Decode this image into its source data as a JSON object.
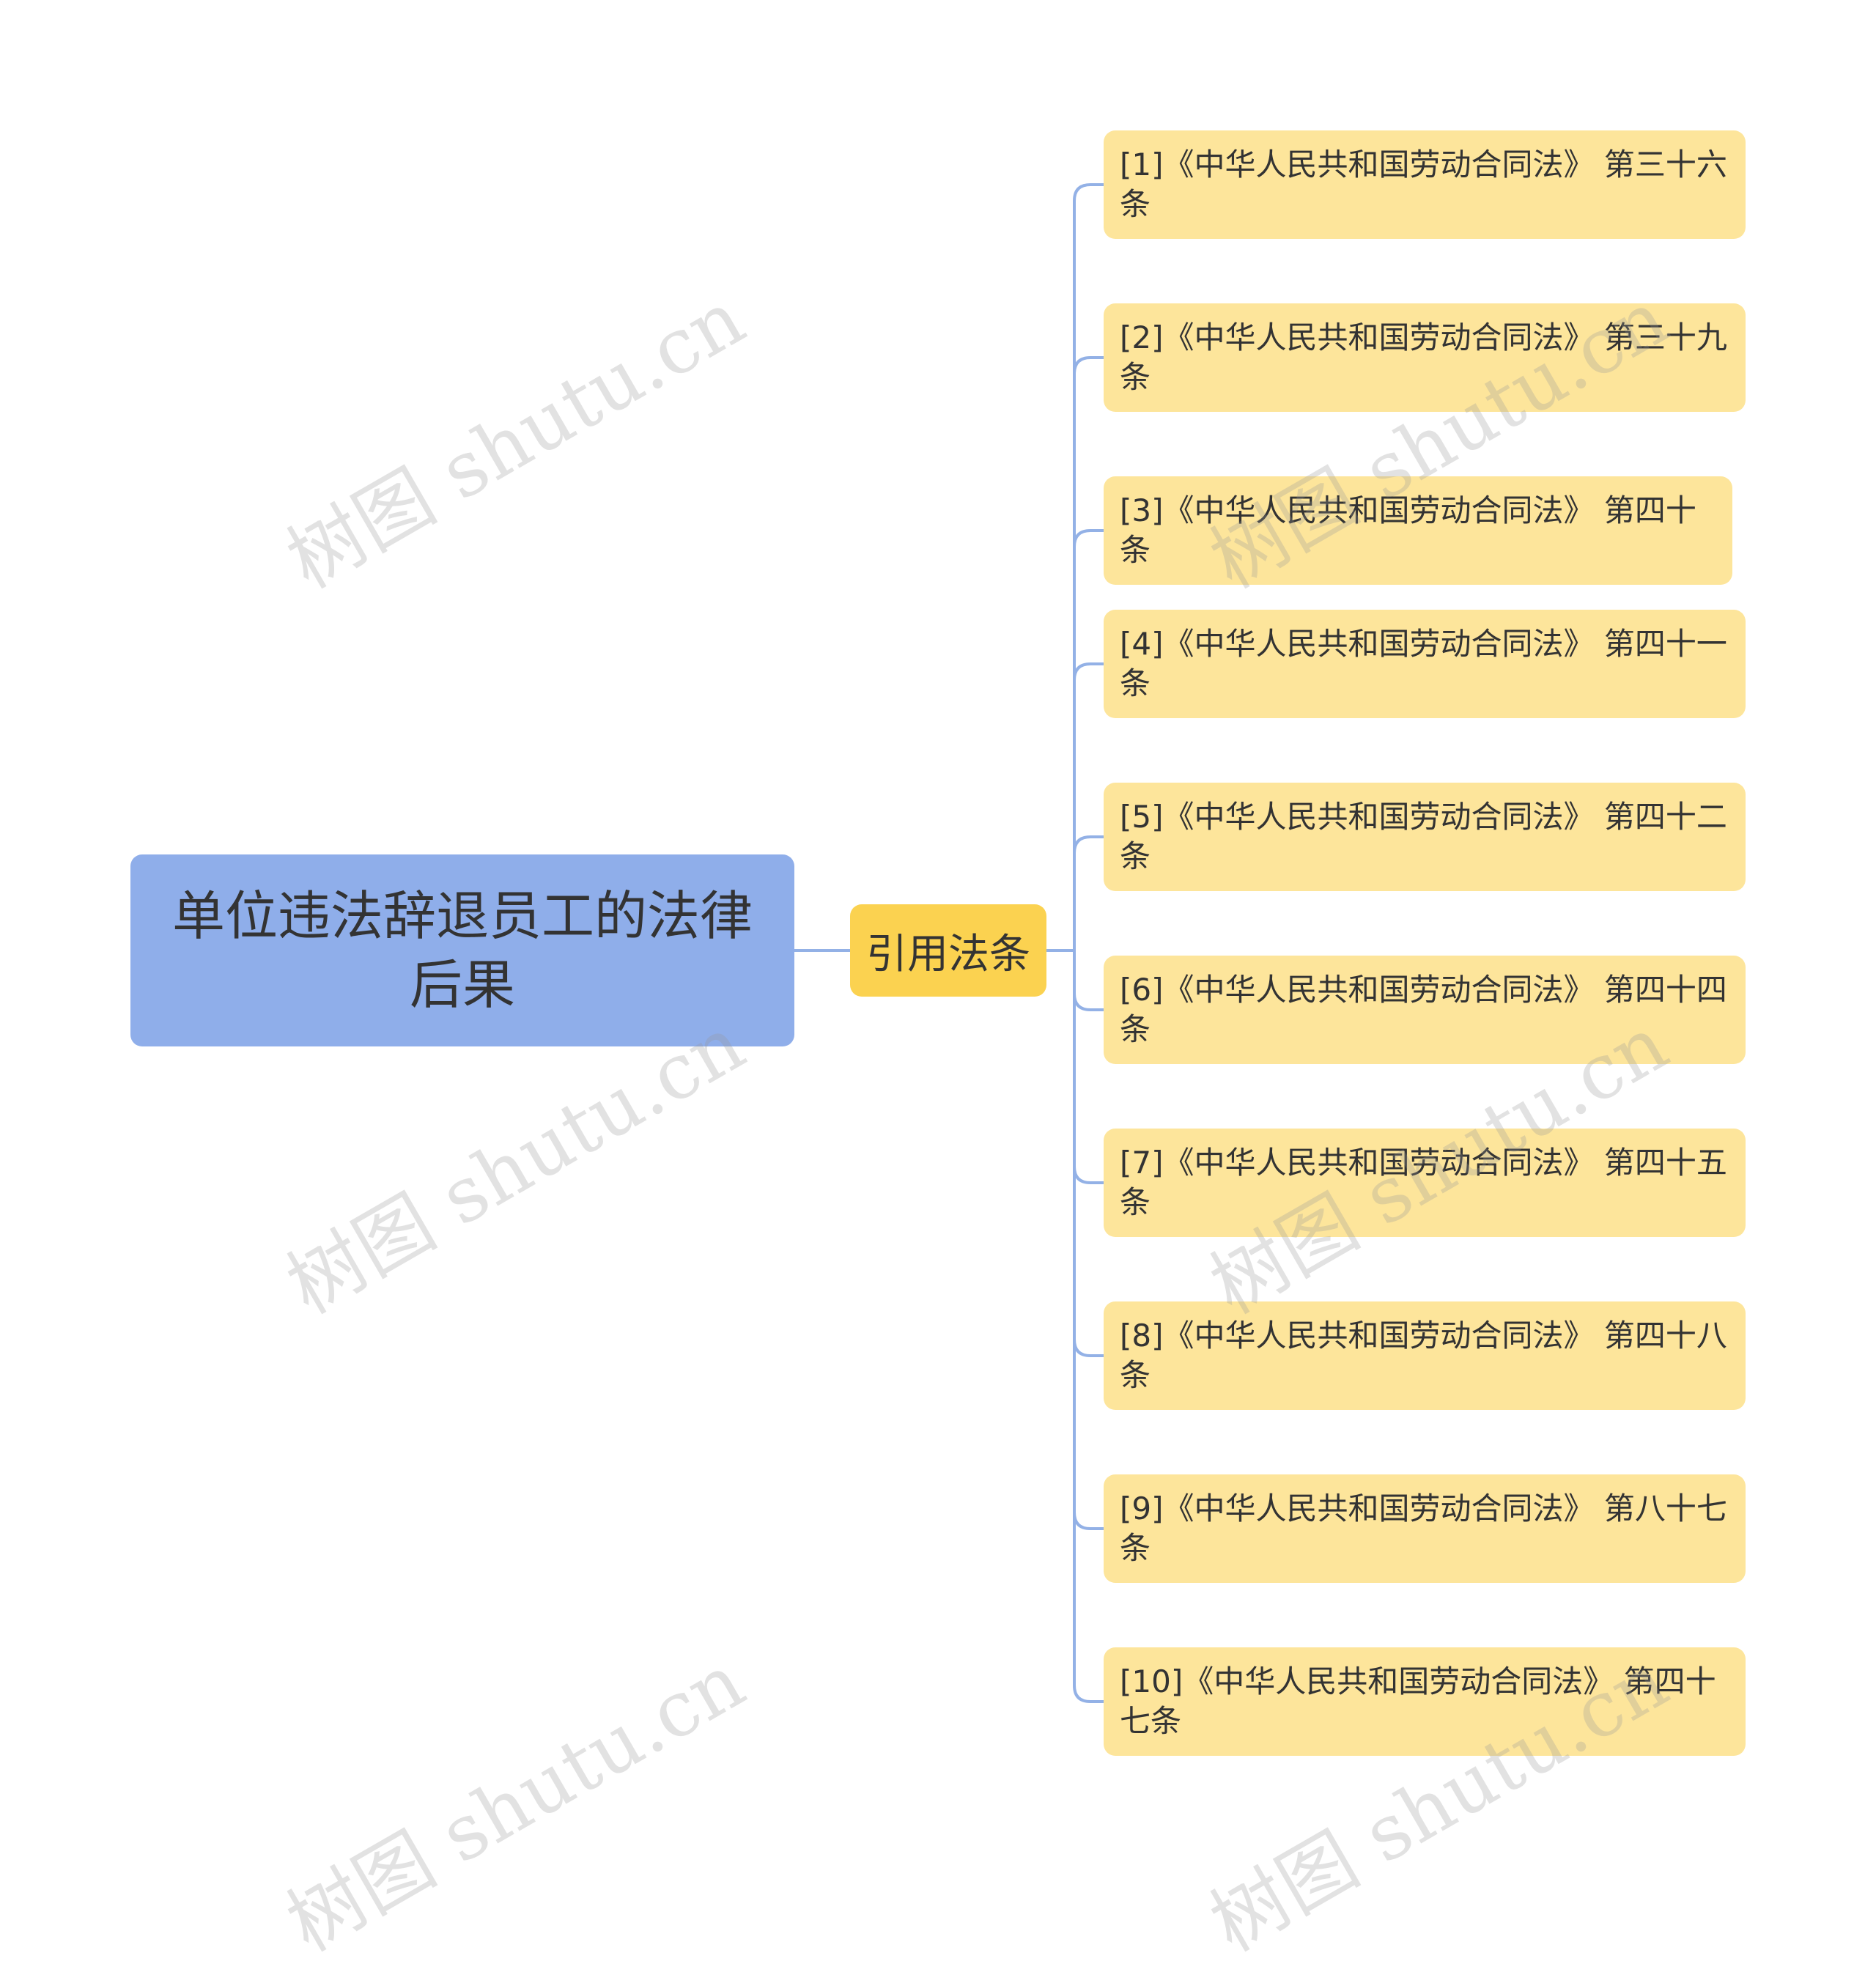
{
  "root": {
    "label": "单位违法辞退员工的法律后果"
  },
  "branch": {
    "label": "引用法条"
  },
  "leaves": [
    {
      "label": "[1]《中华人民共和国劳动合同法》 第三十六条"
    },
    {
      "label": "[2]《中华人民共和国劳动合同法》 第三十九条"
    },
    {
      "label": "[3]《中华人民共和国劳动合同法》 第四十条"
    },
    {
      "label": "[4]《中华人民共和国劳动合同法》 第四十一条"
    },
    {
      "label": "[5]《中华人民共和国劳动合同法》 第四十二条"
    },
    {
      "label": "[6]《中华人民共和国劳动合同法》 第四十四条"
    },
    {
      "label": "[7]《中华人民共和国劳动合同法》 第四十五条"
    },
    {
      "label": "[8]《中华人民共和国劳动合同法》 第四十八条"
    },
    {
      "label": "[9]《中华人民共和国劳动合同法》 第八十七条"
    },
    {
      "label": "[10]《中华人民共和国劳动合同法》 第四十七条"
    }
  ],
  "watermark": {
    "text": "树图 shutu.cn"
  },
  "colors": {
    "root": "#8faeea",
    "branch": "#fbd250",
    "leaf": "#fde59b",
    "line": "#93b1e6"
  }
}
